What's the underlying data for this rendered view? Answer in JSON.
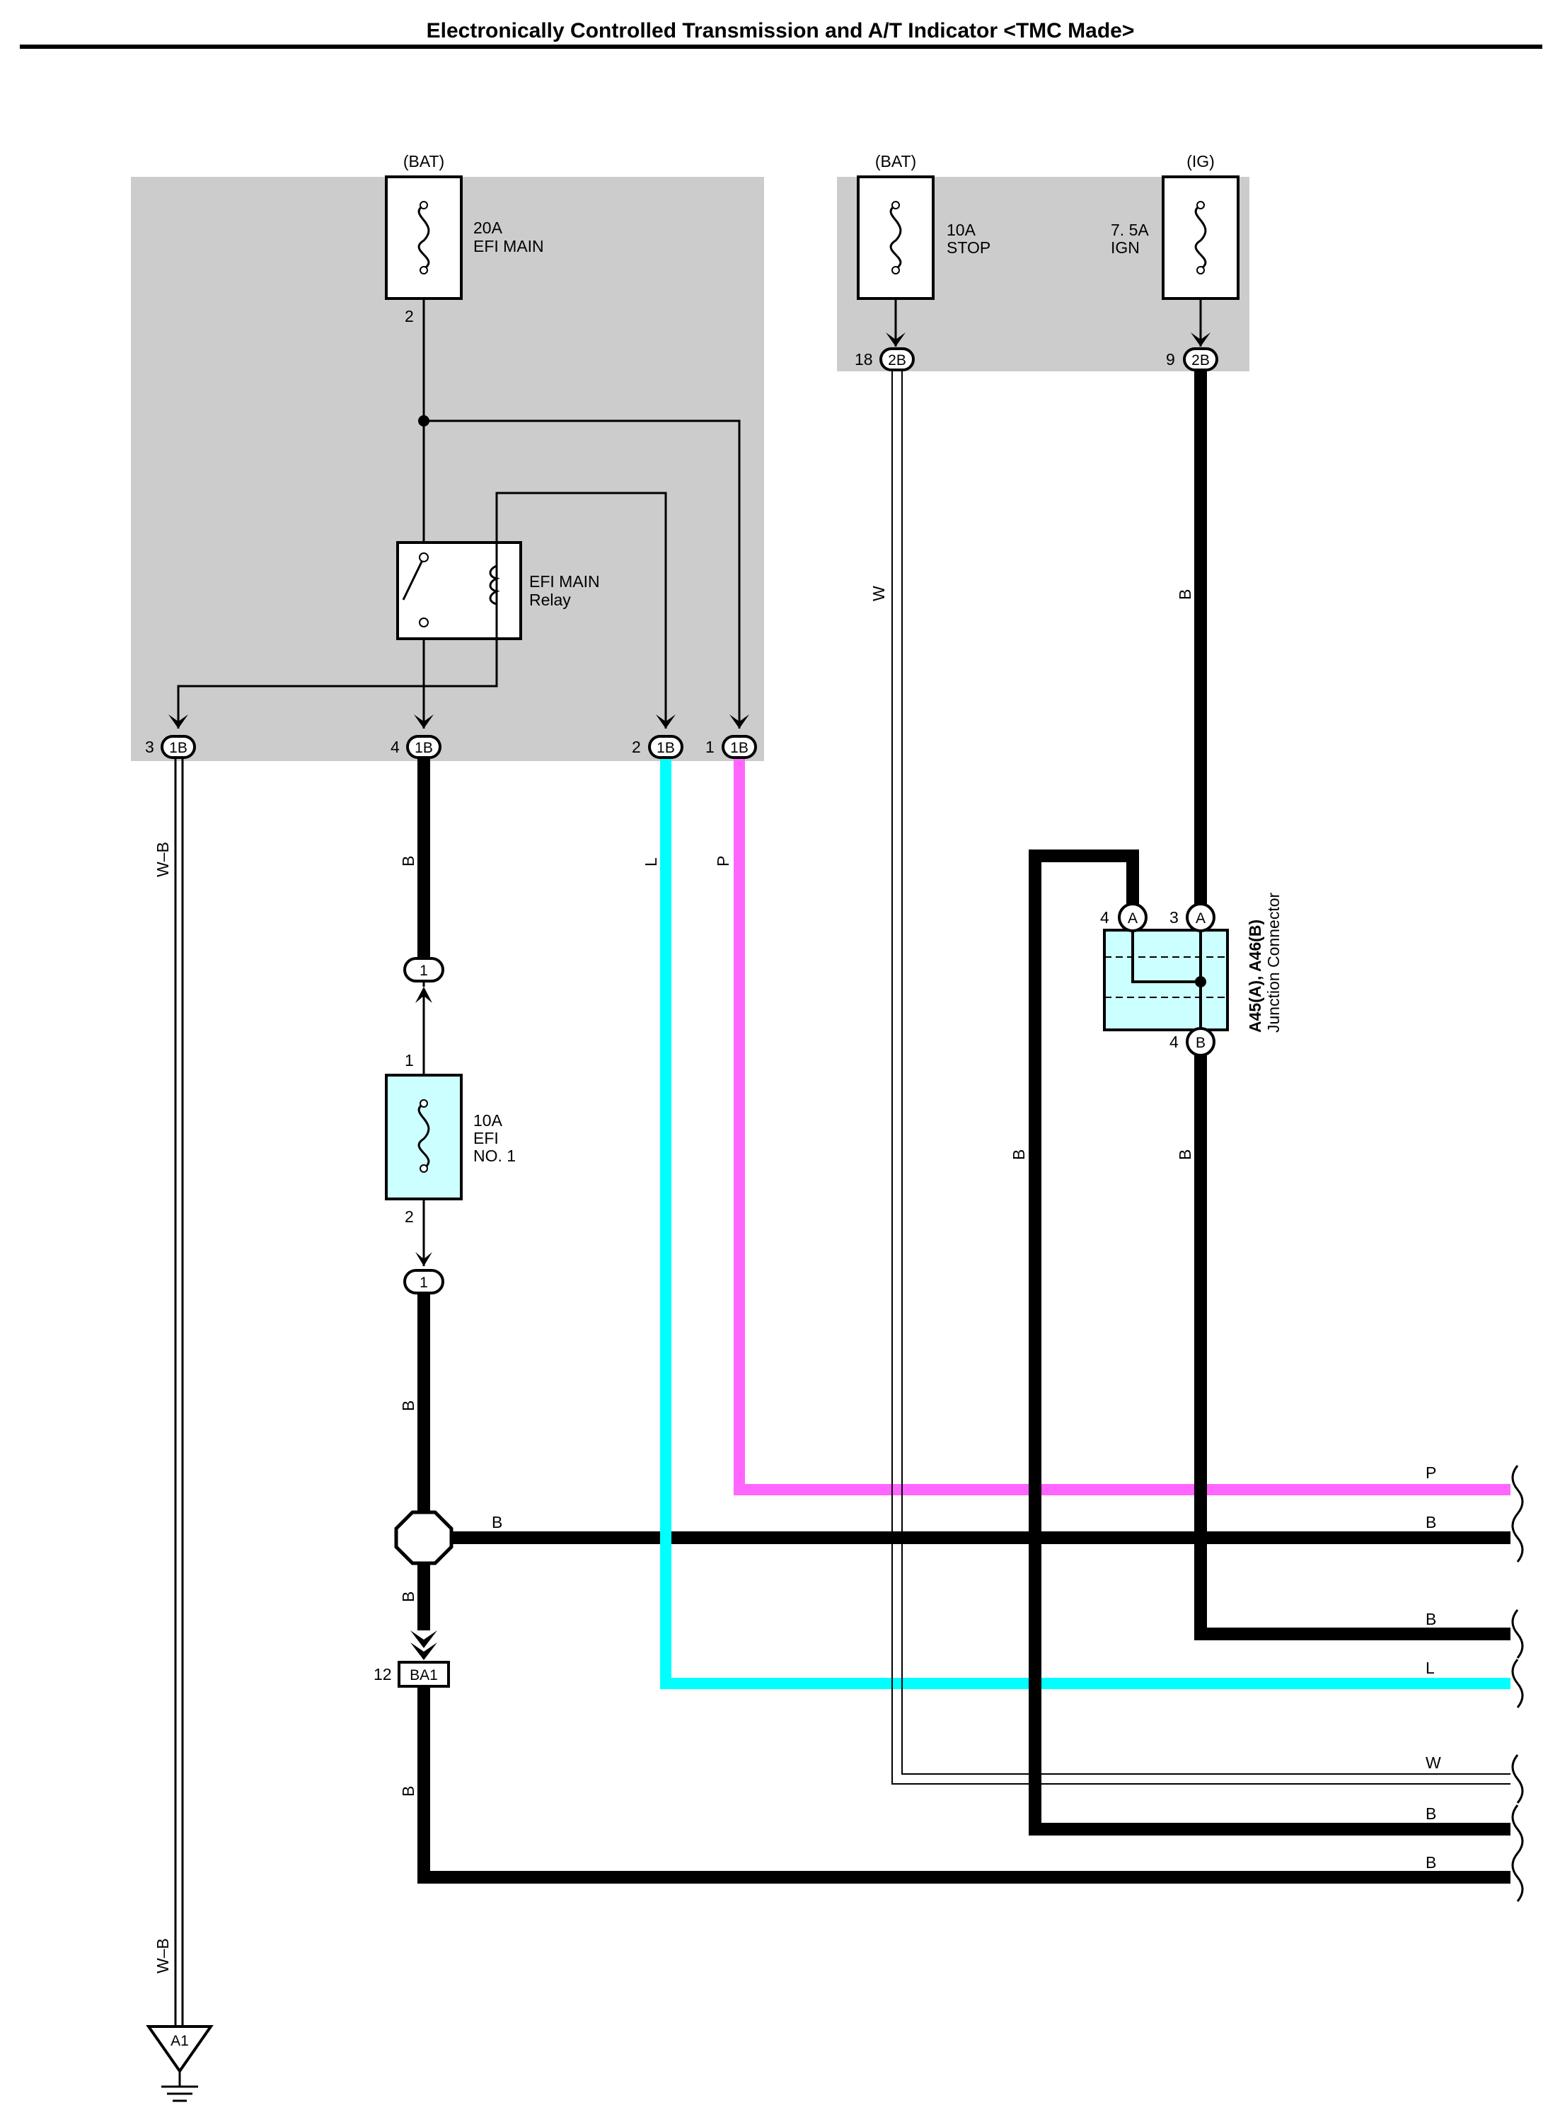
{
  "title": "Electronically Controlled Transmission and A/T Indicator <TMC Made>",
  "colors": {
    "box_fill": "#cccccc",
    "fuse_fill_light": "#ccffff",
    "wire_black": "#000000",
    "wire_pink": "#ff66ff",
    "wire_cyan": "#00ffff",
    "wire_white": "#ffffff"
  },
  "sources": {
    "bat1": "(BAT)",
    "bat2": "(BAT)",
    "ig": "(IG)"
  },
  "fuses": {
    "efi_main": {
      "rating": "20A",
      "name": "EFI MAIN",
      "pin": "2"
    },
    "stop": {
      "rating": "10A",
      "name": "STOP"
    },
    "ign": {
      "rating": "7. 5A",
      "name": "IGN"
    },
    "efi_no1": {
      "rating": "10A",
      "name_line1": "EFI",
      "name_line2": "NO. 1",
      "pin_top": "1",
      "pin_bottom": "2"
    }
  },
  "relay": {
    "line1": "EFI MAIN",
    "line2": "Relay"
  },
  "connectors": {
    "c_1b": "1B",
    "c_2b": "2B",
    "c_1": "1",
    "c_a": "A",
    "c_b": "B",
    "ba1": "BA1",
    "a1": "A1"
  },
  "pins": {
    "p3": "3",
    "p4": "4",
    "p2": "2",
    "p1": "1",
    "p18": "18",
    "p9": "9",
    "jc_a4": "4",
    "jc_a3": "3",
    "jc_b4": "4",
    "ba1_12": "12"
  },
  "junction": {
    "name": "A45(A), A46(B)",
    "desc": "Junction Connector"
  },
  "wire_labels": {
    "w_b": "W–B",
    "b": "B",
    "l": "L",
    "p": "P",
    "w": "W"
  }
}
